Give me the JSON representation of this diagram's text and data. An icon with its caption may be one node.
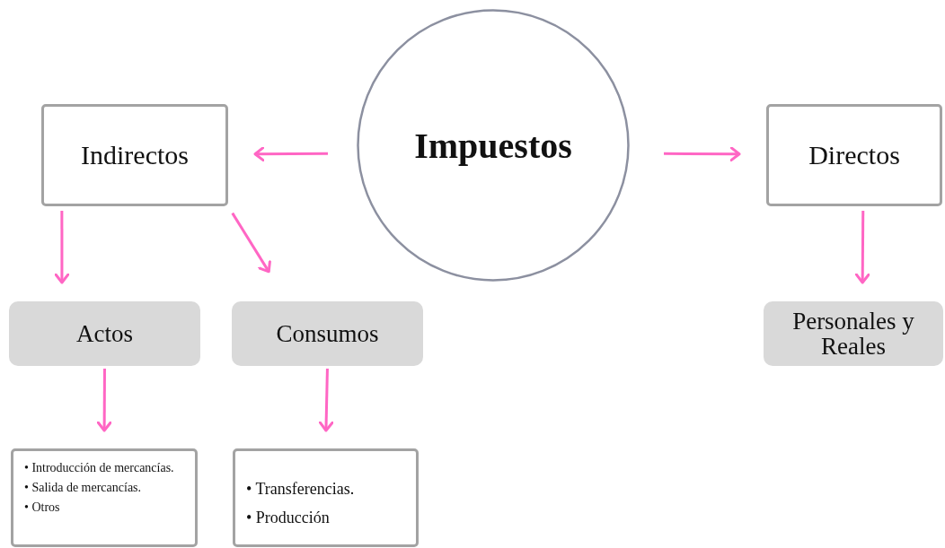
{
  "diagram": {
    "nodes": [
      {
        "text": [
          "Impuestos"
        ]
      },
      {
        "text": [
          "Indirectos"
        ]
      },
      {
        "text": [
          "Directos"
        ]
      },
      {
        "text": [
          "Actos"
        ]
      },
      {
        "text": [
          "Consumos"
        ]
      },
      {
        "text": [
          "Personales y Reales"
        ]
      },
      {
        "text": [
          "• Introducción de mercancías.",
          "• Salida de mercancías.",
          "• Otros"
        ]
      },
      {
        "text": [
          "• Transferencias.",
          "• Producción"
        ]
      }
    ],
    "edges": [
      {
        "from": 0,
        "to": 1,
        "arrow": "to"
      },
      {
        "from": 0,
        "to": 2,
        "arrow": "to"
      },
      {
        "from": 1,
        "to": 3,
        "arrow": "to"
      },
      {
        "from": 1,
        "to": 4,
        "arrow": "to"
      },
      {
        "from": 2,
        "to": 5,
        "arrow": "to"
      },
      {
        "from": 3,
        "to": 6,
        "arrow": "to"
      },
      {
        "from": 4,
        "to": 7,
        "arrow": "to"
      }
    ]
  }
}
